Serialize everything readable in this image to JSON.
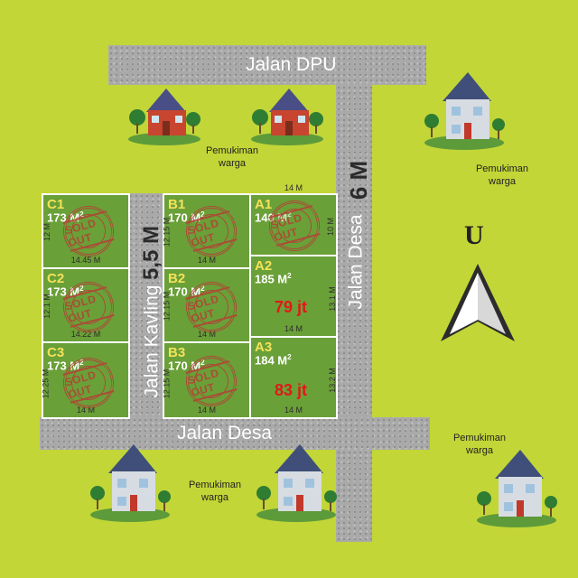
{
  "roads": {
    "jalan_dpu": "Jalan DPU",
    "jalan_desa_right": "Jalan Desa",
    "jalan_desa_right_width": "6 M",
    "jalan_kavling": "Jalan Kavling",
    "jalan_kavling_width": "5,5 M",
    "jalan_desa_bottom": "Jalan Desa"
  },
  "settlement_label": "Pemukiman warga",
  "compass": {
    "north_label": "U"
  },
  "stamp_text": "SOLD OUT",
  "plots": {
    "C1": {
      "id": "C1",
      "area": "173 M",
      "width": "14.45 M",
      "side": "12 M",
      "status": "sold"
    },
    "C2": {
      "id": "C2",
      "area": "173 M",
      "width": "14.22 M",
      "side": "12.1 M",
      "status": "sold"
    },
    "C3": {
      "id": "C3",
      "area": "173 M",
      "width": "14 M",
      "side": "12.25 M",
      "status": "sold"
    },
    "B1": {
      "id": "B1",
      "area": "170 M",
      "width": "14 M",
      "side": "12.15 M",
      "status": "sold"
    },
    "B2": {
      "id": "B2",
      "area": "170 M",
      "width": "14 M",
      "side": "12.15 M",
      "status": "sold"
    },
    "B3": {
      "id": "B3",
      "area": "170 M",
      "width": "14 M",
      "side": "12.15 M",
      "status": "sold"
    },
    "A1": {
      "id": "A1",
      "area": "140 M",
      "top": "14 M",
      "side": "10 M",
      "status": "sold"
    },
    "A2": {
      "id": "A2",
      "area": "185 M",
      "width": "14 M",
      "side": "13.1 M",
      "price": "79 jt",
      "status": "available"
    },
    "A3": {
      "id": "A3",
      "area": "184 M",
      "width": "14 M",
      "side": "13.2 M",
      "price": "83 jt",
      "status": "available"
    }
  },
  "colors": {
    "background": "#c2d637",
    "plot": "#6aa038",
    "price": "#e01818",
    "stamp": "#b53f35",
    "plot_id": "#f3e25a"
  }
}
